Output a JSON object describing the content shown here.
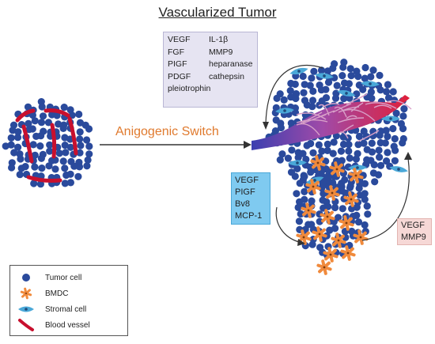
{
  "title": "Vascularized Tumor",
  "switch_label": "Anigogenic Switch",
  "factors_box": {
    "rows": [
      [
        "VEGF",
        "IL-1β"
      ],
      [
        "FGF",
        "MMP9"
      ],
      [
        "PIGF",
        "heparanase"
      ],
      [
        "PDGF",
        "cathepsin"
      ],
      [
        "pleiotrophin",
        ""
      ]
    ]
  },
  "blue_box": [
    "VEGF",
    "PIGF",
    "Bv8",
    "MCP-1"
  ],
  "pink_box": [
    "VEGF",
    "MMP9"
  ],
  "legend": [
    {
      "label": "Tumor cell",
      "icon": "tumor-cell-icon"
    },
    {
      "label": "BMDC",
      "icon": "bmdc-icon"
    },
    {
      "label": "Stromal cell",
      "icon": "stromal-cell-icon"
    },
    {
      "label": "Blood vessel",
      "icon": "blood-vessel-icon"
    }
  ],
  "colors": {
    "tumor_cell": "#2a4a9c",
    "bmdc": "#f08a3c",
    "stromal_cell": "#4aa8d8",
    "blood_vessel": "#c8102e",
    "switch_text": "#e07a2e"
  }
}
